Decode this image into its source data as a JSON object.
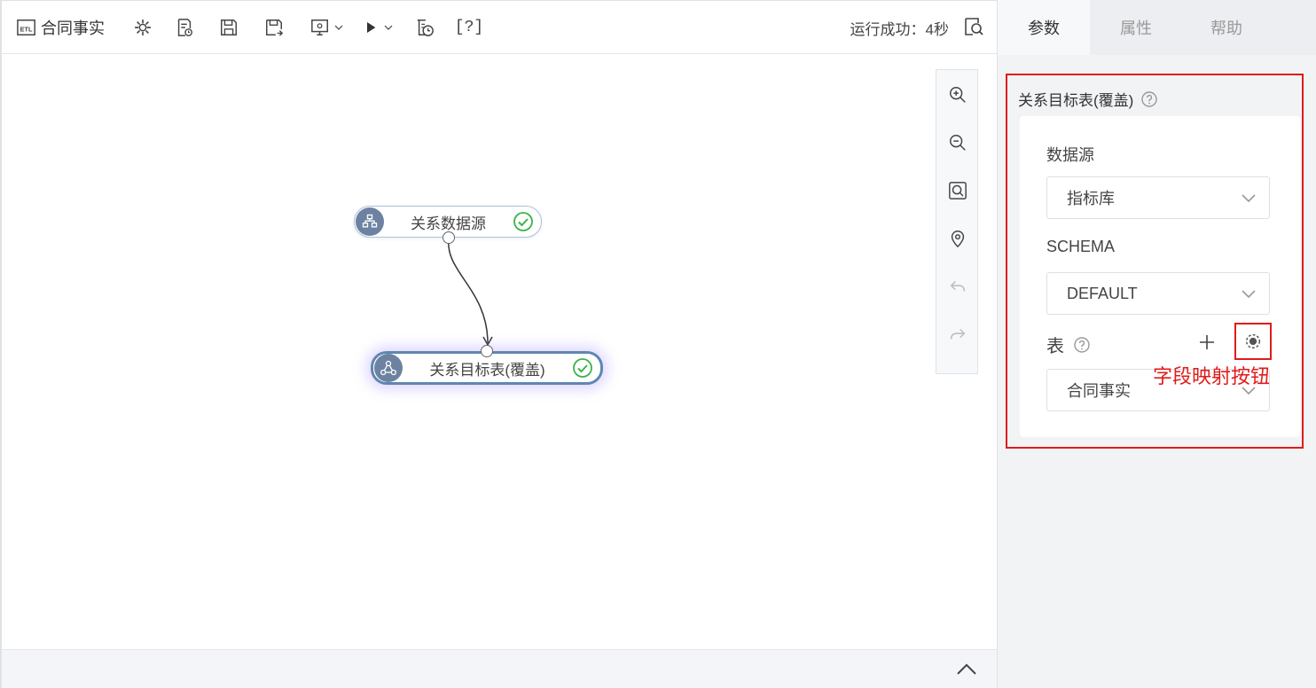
{
  "toolbar": {
    "title": "合同事实",
    "etl_badge": "ETL",
    "help_bracket": "[?]",
    "status": "运行成功：4秒"
  },
  "canvas": {
    "nodes": [
      {
        "label": "关系数据源",
        "status": "success"
      },
      {
        "label": "关系目标表(覆盖)",
        "status": "success"
      }
    ]
  },
  "panel": {
    "tabs": [
      {
        "label": "参数",
        "active": true
      },
      {
        "label": "属性",
        "active": false
      },
      {
        "label": "帮助",
        "active": false
      }
    ],
    "section_title": "关系目标表(覆盖)",
    "datasource_label": "数据源",
    "datasource_value": "指标库",
    "schema_label": "SCHEMA",
    "schema_value": "DEFAULT",
    "table_label": "表",
    "table_value": "合同事实",
    "annotation": "字段映射按钮"
  },
  "colors": {
    "accent_red": "#e01b1b",
    "node_icon": "#6d82a1",
    "success_green": "#3cb34a",
    "selected_border": "#5f87b0"
  }
}
